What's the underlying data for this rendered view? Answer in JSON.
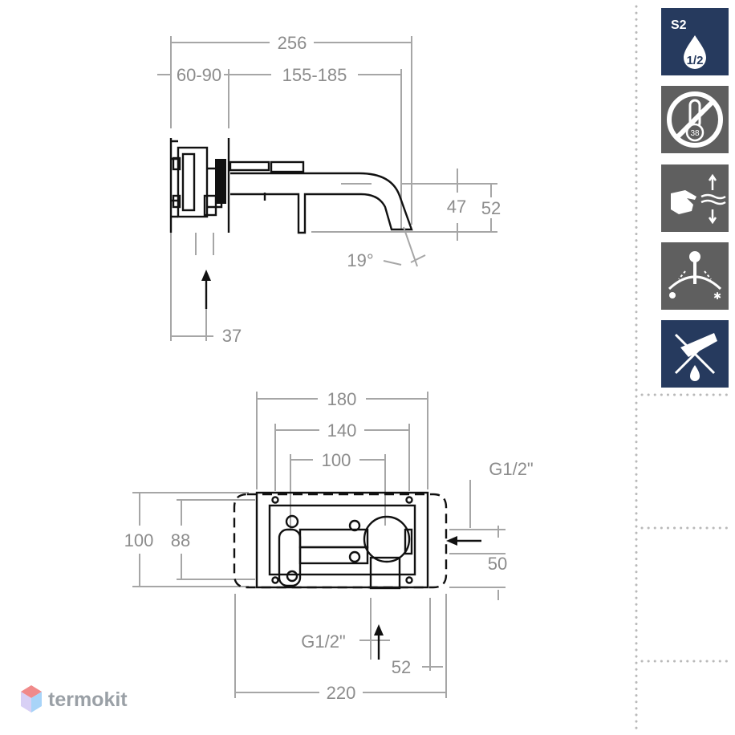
{
  "side_view": {
    "overall_width": "256",
    "body_range": "60-90",
    "spout_range": "155-185",
    "spout_height_inner": "47",
    "spout_height_outer": "52",
    "spout_angle": "19°",
    "inlet_offset": "37"
  },
  "front_view": {
    "plate_outer": "180",
    "plate_inner": "140",
    "hole_spacing": "100",
    "height_outer": "100",
    "height_inner": "88",
    "side_inlet_thread": "G1/2\"",
    "side_inlet_offset": "50",
    "bottom_inlet_thread": "G1/2\"",
    "bottom_inlet_offset": "52",
    "housing_width": "220"
  },
  "feature_icons": [
    {
      "name": "flow-rate-icon",
      "label": "S2",
      "value": "1/2",
      "color": "#263a5e"
    },
    {
      "name": "no-thermostat-icon",
      "value": "38",
      "color": "#5f5f5f"
    },
    {
      "name": "hand-water-icon",
      "color": "#5f5f5f"
    },
    {
      "name": "hot-cold-icon",
      "color": "#5f5f5f"
    },
    {
      "name": "no-pull-out-icon",
      "color": "#263a5e"
    }
  ],
  "brand": {
    "name": "termokit",
    "logo_colors": [
      "#f08a8a",
      "#d8d0f5",
      "#a8d4f8"
    ]
  }
}
